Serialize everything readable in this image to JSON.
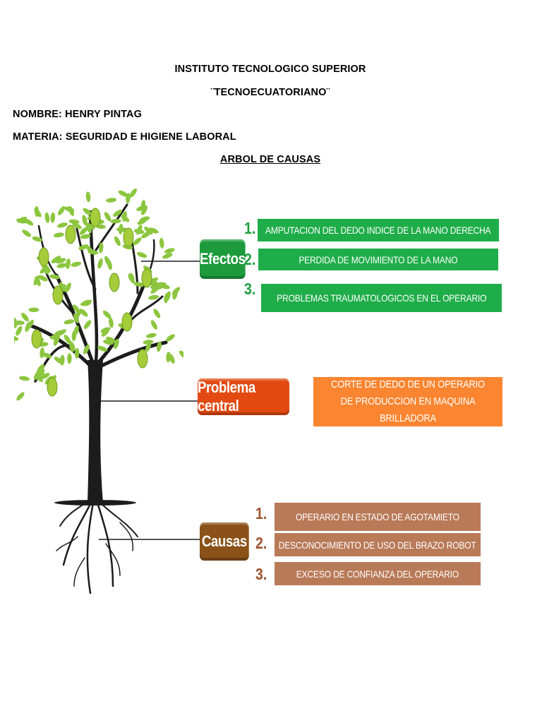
{
  "header": {
    "institute": "INSTITUTO TECNOLOGICO SUPERIOR",
    "name_quoted": "¨TECNOECUATORIANO¨",
    "student": "NOMBRE: HENRY PINTAG",
    "subject": "MATERIA: SEGURIDAD E HIGIENE LABORAL",
    "title": "ARBOL DE CAUSAS"
  },
  "diagram": {
    "effects": {
      "label": "Efectos",
      "color": "#1d9b3c",
      "items": [
        {
          "num": "1.",
          "text": "AMPUTACION DEL DEDO INDICE DE LA MANO DERECHA"
        },
        {
          "num": "2.",
          "text": "PERDIDA DE MOVIMIENTO DE LA MANO"
        },
        {
          "num": "3.",
          "text": "PROBLEMAS TRAUMATOLOGICOS EN EL OPERARIO"
        }
      ]
    },
    "central_problem": {
      "label": "Problema central",
      "color": "#e24a12",
      "text": "CORTE DE DEDO DE UN OPERARIO DE PRODUCCION EN MAQUINA BRILLADORA"
    },
    "causes": {
      "label": "Causas",
      "color": "#8a5118",
      "items": [
        {
          "num": "1.",
          "text": "OPERARIO EN ESTADO DE AGOTAMIETO"
        },
        {
          "num": "2.",
          "text": "DESCONOCIMIENTO DE USO DEL BRAZO ROBOT"
        },
        {
          "num": "3.",
          "text": "EXCESO DE CONFIANZA DEL OPERARIO"
        }
      ]
    }
  },
  "colors": {
    "effect_box": "#1fad49",
    "problem_box": "#fb8530",
    "cause_box": "#b97a58",
    "leaf": "#8cc63f",
    "fruit": "#a4cd39",
    "trunk": "#1c1c1c"
  }
}
